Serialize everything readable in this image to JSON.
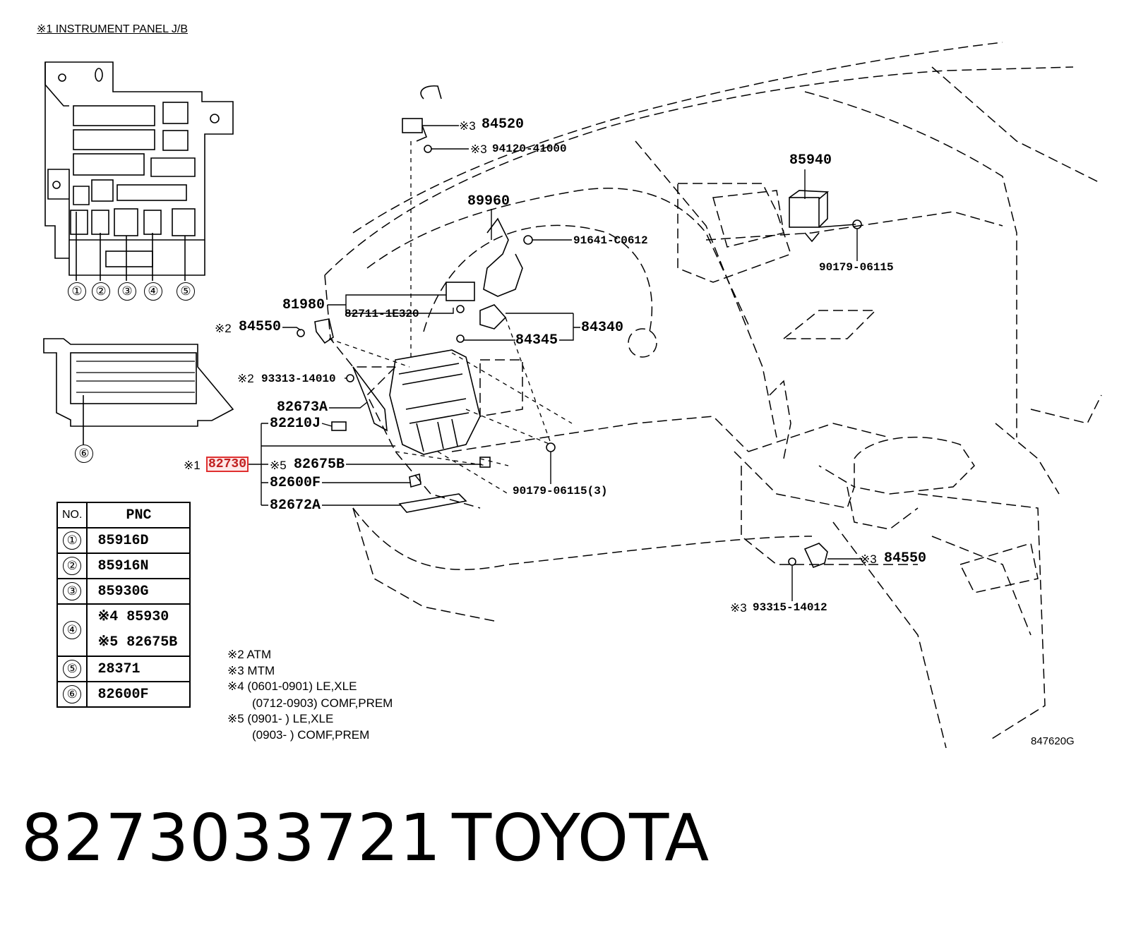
{
  "header": {
    "title": "※1 INSTRUMENT PANEL J/B"
  },
  "callouts": {
    "c1": "①",
    "c2": "②",
    "c3": "③",
    "c4": "④",
    "c5": "⑤",
    "c6": "⑥"
  },
  "labels": {
    "p84520_mark": "※3",
    "p84520": "84520",
    "p94120_mark": "※3",
    "p94120": "94120-41000",
    "p89960": "89960",
    "p91641": "91641-C0612",
    "p85940": "85940",
    "p90179a": "90179-06115",
    "p81980": "81980",
    "p82711": "82711-1E320",
    "p84550a_mark": "※2",
    "p84550a": "84550",
    "p84340": "84340",
    "p84345": "84345",
    "p93313_mark": "※2",
    "p93313": "93313-14010",
    "p82673A": "82673A",
    "p82210J": "82210J",
    "p82730_mark": "※1",
    "p82730": "82730",
    "p82675B_mark": "※5",
    "p82675B": "82675B",
    "p82600F": "82600F",
    "p82672A": "82672A",
    "p90179b": "90179-06115(3)",
    "p84550b_mark": "※3",
    "p84550b": "84550",
    "p93315_mark": "※3",
    "p93315": "93315-14012"
  },
  "table": {
    "header_no": "NO.",
    "header_pnc": "PNC",
    "rows": [
      {
        "no": "①",
        "pnc": "85916D"
      },
      {
        "no": "②",
        "pnc": "85916N"
      },
      {
        "no": "③",
        "pnc": "85930G"
      },
      {
        "no": "④",
        "pnc_a": "※4 85930",
        "pnc_b": "※5 82675B"
      },
      {
        "no": "⑤",
        "pnc": "28371"
      },
      {
        "no": "⑥",
        "pnc": "82600F"
      }
    ]
  },
  "notes": {
    "n2": "※2 ATM",
    "n3": "※3 MTM",
    "n4a": "※4 (0601-0901) LE,XLE",
    "n4b": "(0712-0903) COMF,PREM",
    "n5a": "※5 (0901-        ) LE,XLE",
    "n5b": "(0903-        ) COMF,PREM"
  },
  "figure_id": "847620G",
  "part_number": "8273033721",
  "brand": "TOYOTA"
}
